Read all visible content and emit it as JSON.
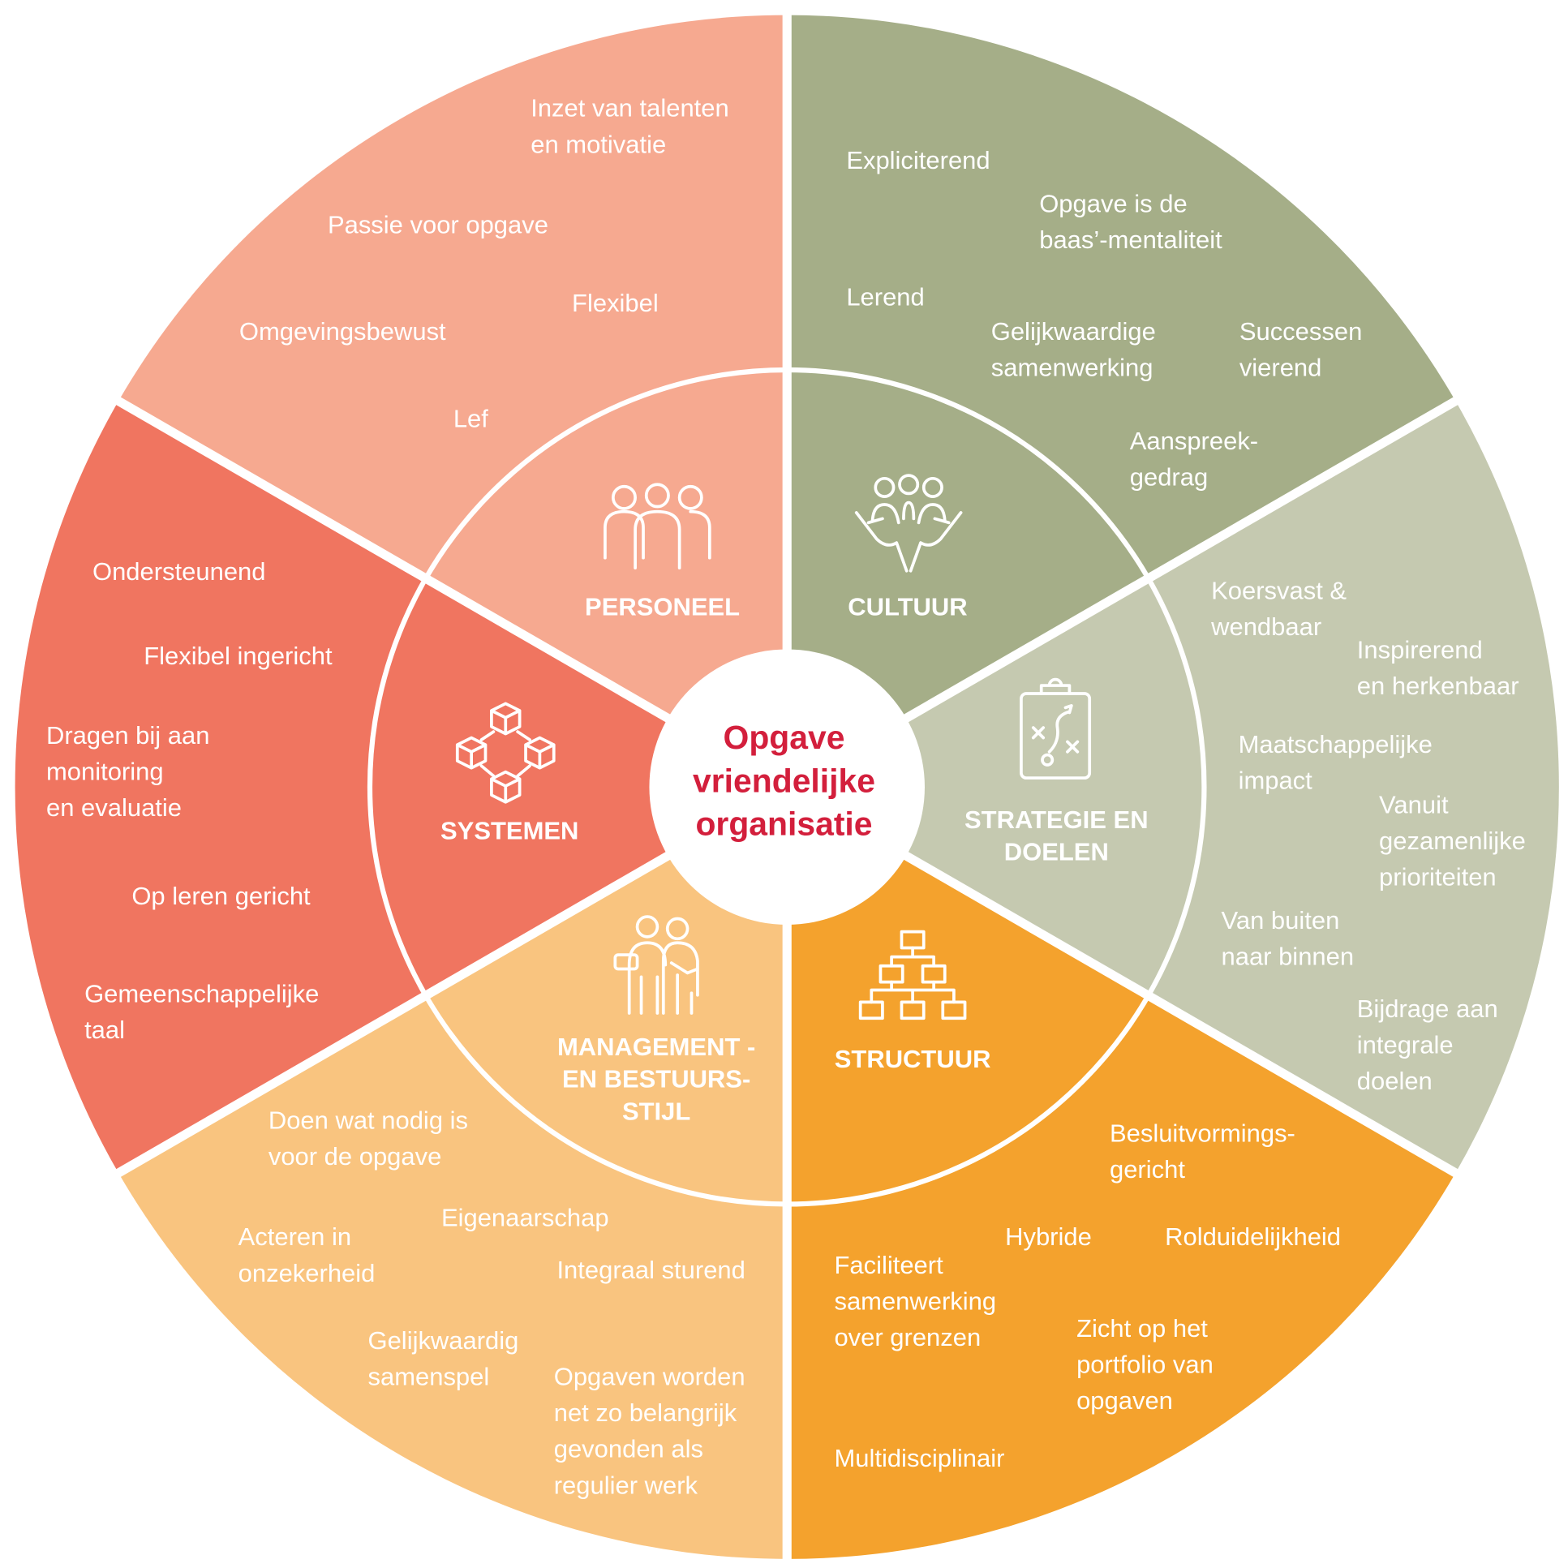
{
  "center": {
    "lines": [
      "Opgave",
      "vriendelijke",
      "organisatie"
    ],
    "color": "#d31f3c"
  },
  "sectors": [
    {
      "key": "personeel",
      "label": [
        "PERSONEEL"
      ],
      "color": "#f6a990",
      "icon": "people-group-icon",
      "items": [
        [
          "Inzet van talenten",
          "en motivatie"
        ],
        [
          "Passie voor opgave"
        ],
        [
          "Flexibel"
        ],
        [
          "Omgevingsbewust"
        ],
        [
          "Lef"
        ]
      ]
    },
    {
      "key": "cultuur",
      "label": [
        "CULTUUR"
      ],
      "color": "#a5ae88",
      "icon": "hands-holding-people-icon",
      "items": [
        [
          "Expliciterend"
        ],
        [
          "Opgave is de",
          "baas’-mentaliteit"
        ],
        [
          "Lerend"
        ],
        [
          "Gelijkwaardige",
          "samenwerking"
        ],
        [
          "Successen",
          "vierend"
        ],
        [
          "Aanspreek-",
          "gedrag"
        ]
      ]
    },
    {
      "key": "strategie",
      "label": [
        "STRATEGIE EN",
        "DOELEN"
      ],
      "color": "#c5c9b0",
      "icon": "clipboard-strategy-icon",
      "items": [
        [
          "Koersvast &",
          "wendbaar"
        ],
        [
          "Inspirerend",
          "en herkenbaar"
        ],
        [
          "Maatschappelijke",
          "impact"
        ],
        [
          "Vanuit",
          "gezamenlijke",
          "prioriteiten"
        ],
        [
          "Van buiten",
          "naar binnen"
        ],
        [
          "Bijdrage aan",
          "integrale",
          "doelen"
        ]
      ]
    },
    {
      "key": "structuur",
      "label": [
        "STRUCTUUR"
      ],
      "color": "#f4a22d",
      "icon": "org-chart-icon",
      "items": [
        [
          "Besluitvormings-",
          "gericht"
        ],
        [
          "Hybride"
        ],
        [
          "Rolduidelijkheid"
        ],
        [
          "Faciliteert",
          "samenwerking",
          "over grenzen"
        ],
        [
          "Zicht op het",
          "portfolio van",
          "opgaven"
        ],
        [
          "Multidisciplinair"
        ]
      ]
    },
    {
      "key": "management",
      "label": [
        "MANAGEMENT -",
        "EN BESTUURS-",
        "STIJL"
      ],
      "color": "#f9c47f",
      "icon": "managers-icon",
      "items": [
        [
          "Doen wat nodig is",
          "voor de opgave"
        ],
        [
          "Eigenaarschap"
        ],
        [
          "Acteren in",
          "onzekerheid"
        ],
        [
          "Integraal sturend"
        ],
        [
          "Gelijkwaardig",
          "samenspel"
        ],
        [
          "Opgaven worden",
          "net zo belangrijk",
          "gevonden als",
          "regulier werk"
        ]
      ]
    },
    {
      "key": "systemen",
      "label": [
        "SYSTEMEN"
      ],
      "color": "#f07560",
      "icon": "connected-cubes-icon",
      "items": [
        [
          "Ondersteunend"
        ],
        [
          "Flexibel ingericht"
        ],
        [
          "Dragen bij aan",
          "monitoring",
          "en evaluatie"
        ],
        [
          "Op leren gericht"
        ],
        [
          "Gemeenschappelijke",
          "taal"
        ]
      ]
    }
  ]
}
